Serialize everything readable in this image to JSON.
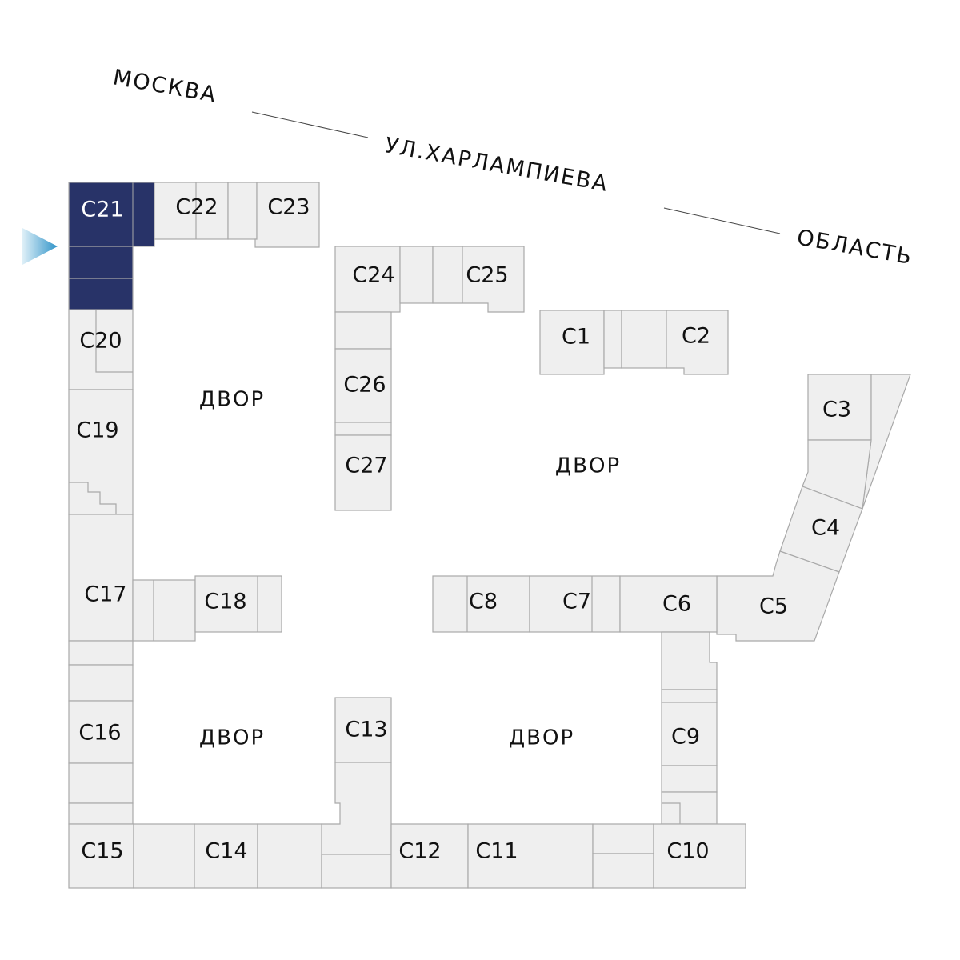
{
  "street_labels": {
    "city": "МОСКВА",
    "street": "УЛ.ХАРЛАМПИЕВА",
    "region": "ОБЛАСТЬ"
  },
  "yards": [
    "ДВОР",
    "ДВОР",
    "ДВОР",
    "ДВОР"
  ],
  "sections": {
    "c1": "С1",
    "c2": "С2",
    "c3": "С3",
    "c4": "С4",
    "c5": "С5",
    "c6": "С6",
    "c7": "С7",
    "c8": "С8",
    "c9": "С9",
    "c10": "С10",
    "c11": "С11",
    "c12": "С12",
    "c13": "С13",
    "c14": "С14",
    "c15": "С15",
    "c16": "С16",
    "c17": "С17",
    "c18": "С18",
    "c19": "С19",
    "c20": "С20",
    "c21": "С21",
    "c22": "С22",
    "c23": "С23",
    "c24": "С24",
    "c25": "С25",
    "c26": "С26",
    "c27": "С27"
  },
  "selected_section": "С21",
  "colors": {
    "selected": "#283368",
    "building": "#efefef",
    "outline": "#a9a9a9",
    "pointer_start": "#9fcfe6",
    "pointer_end": "#2f93c8"
  }
}
